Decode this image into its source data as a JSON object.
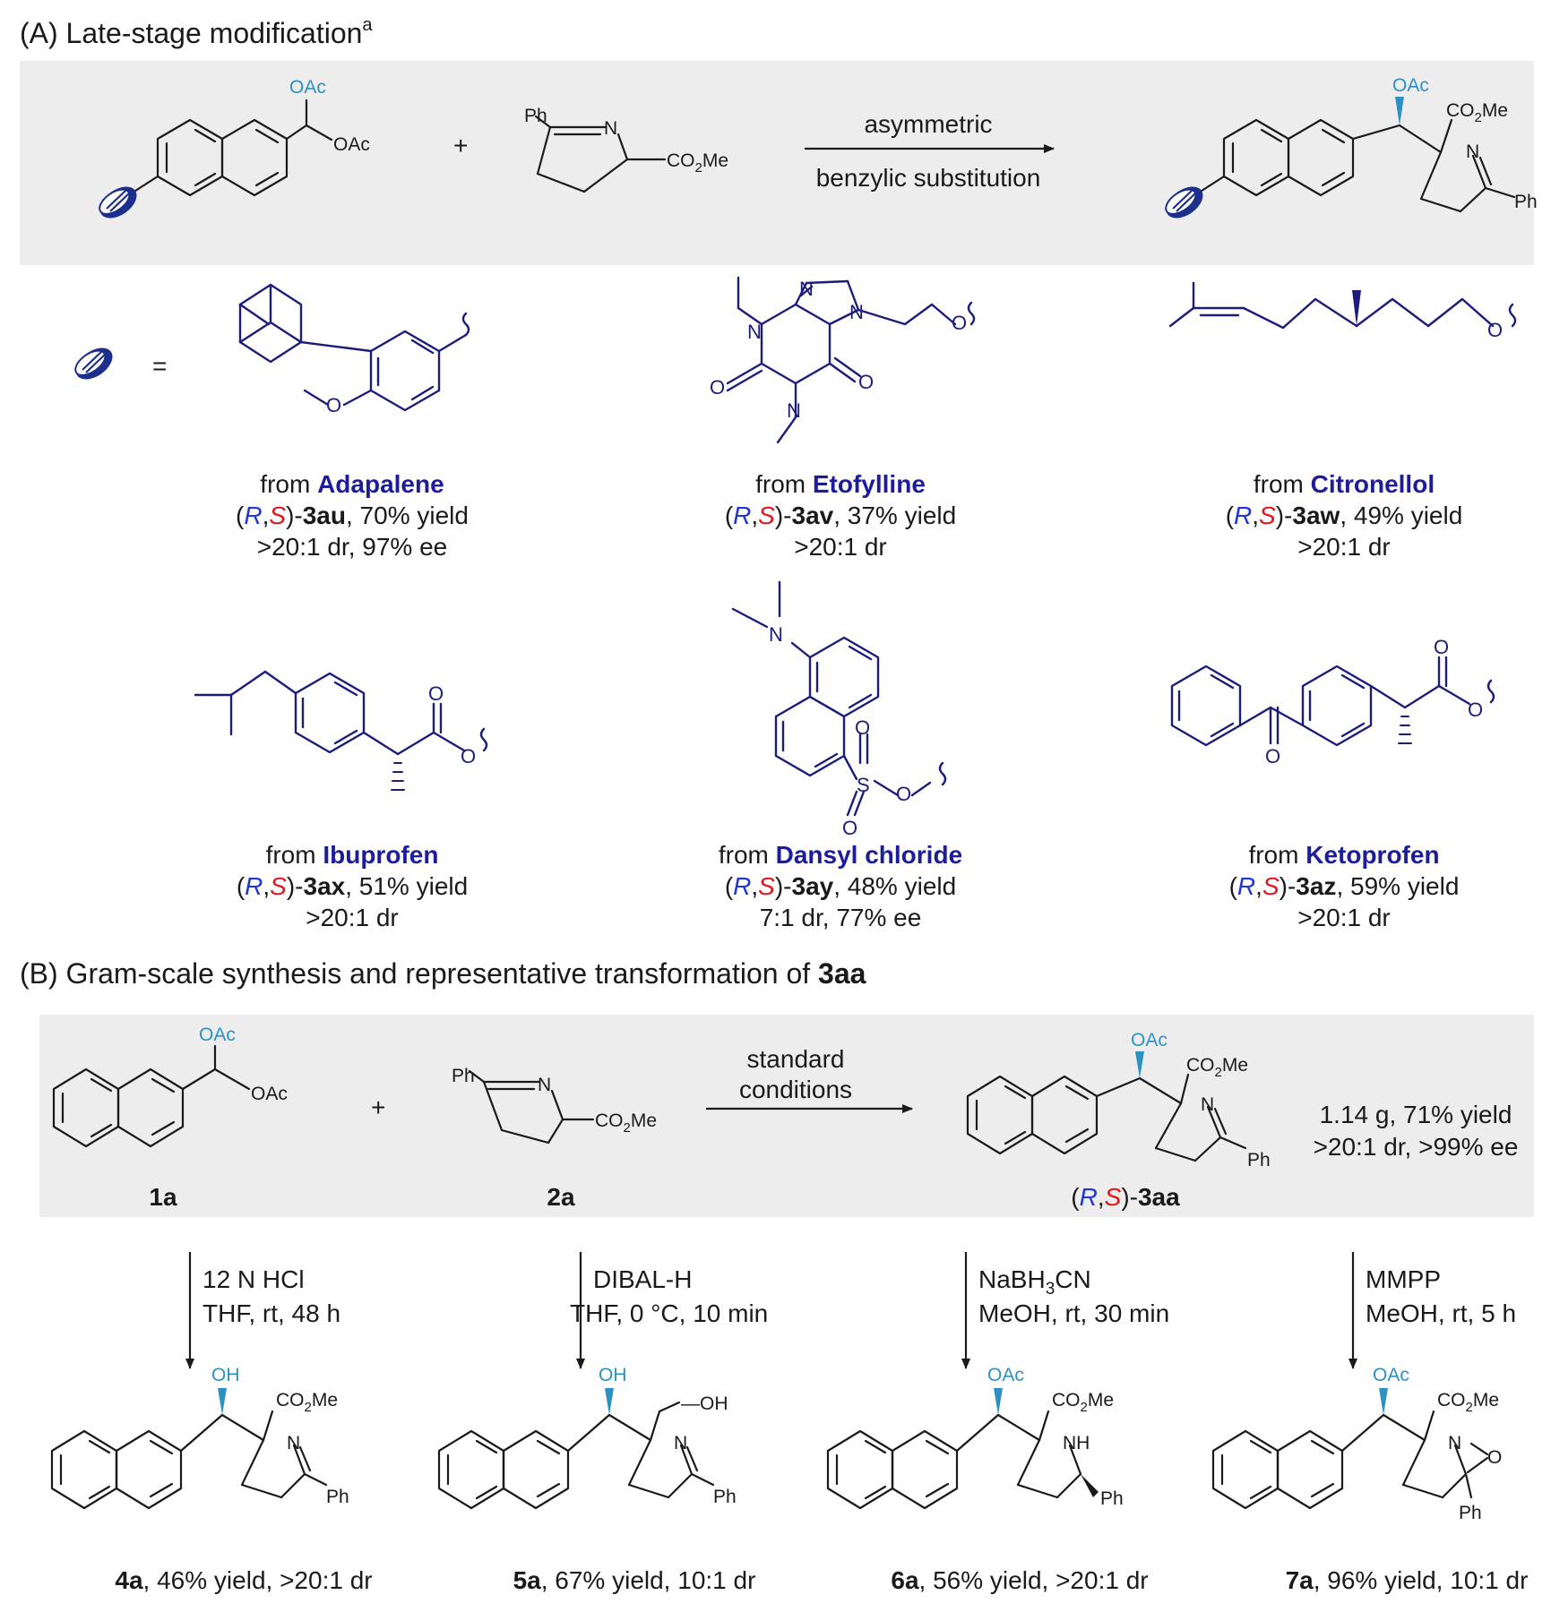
{
  "section_a": {
    "title": "(A) Late-stage modification",
    "title_sup": "a",
    "reagent_top_label": "OAc",
    "reagent_side_label": "OAc",
    "plus": "+",
    "amine_ph": "Ph",
    "amine_n": "N",
    "amine_ester": "CO2Me",
    "arrow_top": "asymmetric",
    "arrow_bottom": "benzylic substitution",
    "product_oac": "OAc",
    "product_ester": "CO2Me",
    "product_n": "N",
    "product_ph": "Ph",
    "equals": "=",
    "atoms": {
      "n": "N",
      "o": "O",
      "s": "S"
    },
    "drugs": [
      {
        "from": "from ",
        "name": "Adapalene",
        "id": "3au",
        "line1_rest": ", 70% yield",
        "line2": ">20:1 dr, 97% ee"
      },
      {
        "from": "from ",
        "name": "Etofylline",
        "id": "3av",
        "line1_rest": ", 37% yield",
        "line2": ">20:1 dr"
      },
      {
        "from": "from ",
        "name": "Citronellol",
        "id": "3aw",
        "line1_rest": ", 49% yield",
        "line2": ">20:1 dr"
      },
      {
        "from": "from ",
        "name": "Ibuprofen",
        "id": "3ax",
        "line1_rest": ", 51% yield",
        "line2": ">20:1 dr"
      },
      {
        "from": "from ",
        "name": "Dansyl chloride",
        "id": "3ay",
        "line1_rest": ", 48% yield",
        "line2": "7:1 dr, 77% ee"
      },
      {
        "from": "from ",
        "name": "Ketoprofen",
        "id": "3az",
        "line1_rest": ", 59% yield",
        "line2": ">20:1 dr"
      }
    ],
    "config": {
      "open": "(",
      "r": "R",
      "comma": ",",
      "s": "S",
      "close": ")-"
    }
  },
  "section_b": {
    "title_prefix": "(B) Gram-scale synthesis and representative transformation of ",
    "title_compound": "3aa",
    "sm1_label": "1a",
    "sm2_label": "2a",
    "sm1_oac_top": "OAc",
    "sm1_oac_side": "OAc",
    "sm2_ph": "Ph",
    "sm2_n": "N",
    "sm2_ester": "CO2Me",
    "plus": "+",
    "arrow_top_1": "standard",
    "arrow_top_2": "conditions",
    "product_oac": "OAc",
    "product_ester": "CO2Me",
    "product_n": "N",
    "product_ph": "Ph",
    "product_id": "3aa",
    "result_1": "1.14 g, 71% yield",
    "result_2": ">20:1 dr, >99% ee",
    "transformations": [
      {
        "cond1": "12 N HCl",
        "cond2": "THF, rt, 48 h",
        "id": "4a",
        "result": ", 46% yield, >20:1 dr",
        "top": "OH",
        "ester": "CO2Me",
        "ring_atom": "N",
        "ph": "Ph"
      },
      {
        "cond1": "DIBAL-H",
        "cond2": "THF, 0 °C, 10 min",
        "id": "5a",
        "result": ", 67% yield, 10:1 dr",
        "top": "OH",
        "ester": "—OH",
        "ring_atom": "N",
        "ph": "Ph"
      },
      {
        "cond1": "NaBH3CN",
        "cond2": "MeOH, rt, 30 min",
        "id": "6a",
        "result": ", 56% yield, >20:1 dr",
        "top": "OAc",
        "ester": "CO2Me",
        "ring_atom": "NH",
        "ph": "Ph"
      },
      {
        "cond1": "MMPP",
        "cond2": "MeOH, rt, 5 h",
        "id": "7a",
        "result": ", 96% yield, 10:1 dr",
        "top": "OAc",
        "ester": "CO2Me",
        "ring_atom": "N",
        "ring_o": "O",
        "ph": "Ph"
      }
    ]
  }
}
